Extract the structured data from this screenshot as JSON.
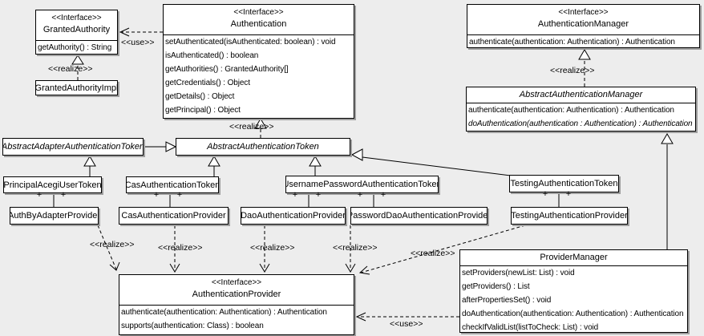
{
  "stereotypes": {
    "interface": "<<Interface>>",
    "realize": "<<realize>>",
    "use": "<<use>>"
  },
  "symbols": {
    "plus": "+"
  },
  "colors": {
    "background": "#ededed",
    "box_fill": "#ffffff",
    "border": "#000000",
    "shadow": "#9e9e9e"
  },
  "classes": {
    "granted_authority": {
      "stereotype": "<<Interface>>",
      "name": "GrantedAuthority",
      "methods": [
        "getAuthority() : String"
      ]
    },
    "granted_authority_impl": {
      "name": "GrantedAuthorityImpl"
    },
    "authentication": {
      "stereotype": "<<Interface>>",
      "name": "Authentication",
      "methods": [
        "setAuthenticated(isAuthenticated: boolean) : void",
        "isAuthenticated() : boolean",
        "getAuthorities() : GrantedAuthority[]",
        "getCredentials() : Object",
        "getDetails() : Object",
        "getPrincipal() : Object"
      ]
    },
    "authentication_manager": {
      "stereotype": "<<Interface>>",
      "name": "AuthenticationManager",
      "methods": [
        "authenticate(authentication: Authentication) : Authentication"
      ]
    },
    "abstract_authentication_manager": {
      "name": "AbstractAuthenticationManager",
      "methods": [
        "authenticate(authentication: Authentication) : Authentication",
        "doAuthentication(authentication : Authentication) : Authentication"
      ]
    },
    "abstract_adapter_authentication_token": {
      "name": "AbstractAdapterAuthenticationToken"
    },
    "abstract_authentication_token": {
      "name": "AbstractAuthenticationToken"
    },
    "principal_acegi_user_token": {
      "name": "PrincipalAcegiUserToken"
    },
    "cas_authentication_token": {
      "name": "CasAuthenticationToken"
    },
    "username_password_authentication_token": {
      "name": "UsernamePasswordAuthenticationToken"
    },
    "testing_authentication_token": {
      "name": "TestingAuthenticationToken"
    },
    "auth_by_adapter_provider": {
      "name": "AuthByAdapterProvider"
    },
    "cas_authentication_provider": {
      "name": "CasAuthenticationProvider"
    },
    "dao_authentication_provider": {
      "name": "DaoAuthenticationProvider"
    },
    "password_dao_authentication_provider": {
      "name": "PasswordDaoAuthenticationProvider"
    },
    "testing_authentication_provider": {
      "name": "TestingAuthenticationProvider"
    },
    "authentication_provider": {
      "stereotype": "<<Interface>>",
      "name": "AuthenticationProvider",
      "methods": [
        "authenticate(authentication: Authentication) : Authentication",
        "supports(authentication: Class) : boolean"
      ]
    },
    "provider_manager": {
      "name": "ProviderManager",
      "methods": [
        "setProviders(newList: List) : void",
        "getProviders() : List",
        "afterPropertiesSet() : void",
        "doAuthentication(authentication: Authentication) : Authentication",
        "checkIfValidList(listToCheck: List) : void"
      ]
    }
  }
}
